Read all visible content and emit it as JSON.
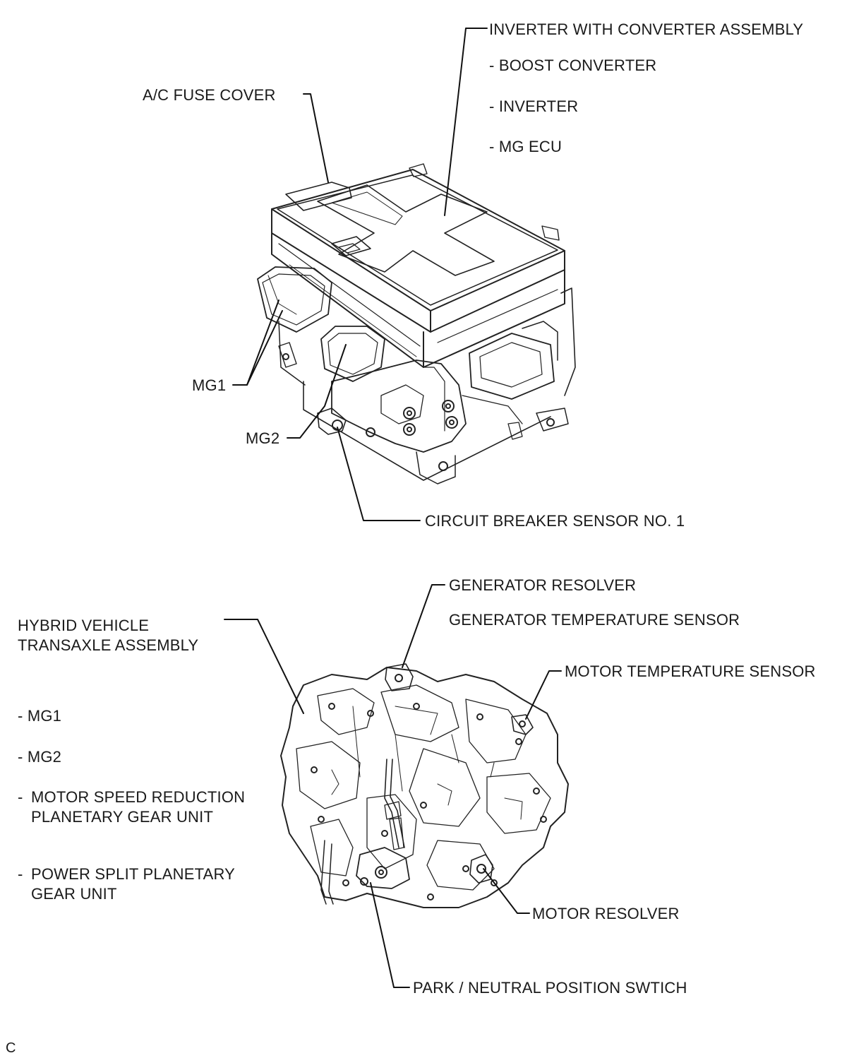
{
  "inverter": {
    "title": "INVERTER WITH CONVERTER ASSEMBLY",
    "components": [
      "- BOOST CONVERTER",
      "- INVERTER",
      "- MG ECU"
    ]
  },
  "ac_fuse_cover": "A/C FUSE COVER",
  "mg1": "MG1",
  "mg2": "MG2",
  "circuit_breaker_sensor": "CIRCUIT BREAKER SENSOR NO. 1",
  "generator_resolver": "GENERATOR RESOLVER",
  "generator_temp_sensor": "GENERATOR TEMPERATURE SENSOR",
  "motor_temp_sensor": "MOTOR TEMPERATURE SENSOR",
  "transaxle": {
    "title_line1": "HYBRID VEHICLE",
    "title_line2": "TRANSAXLE ASSEMBLY",
    "components": [
      {
        "dash": "-",
        "line1": "MG1",
        "line2": ""
      },
      {
        "dash": "-",
        "line1": "MG2",
        "line2": ""
      },
      {
        "dash": "-",
        "line1": "MOTOR SPEED REDUCTION",
        "line2": "PLANETARY GEAR UNIT"
      },
      {
        "dash": "-",
        "line1": "POWER SPLIT PLANETARY",
        "line2": "GEAR UNIT"
      }
    ]
  },
  "motor_resolver": "MOTOR RESOLVER",
  "park_neutral_switch": "PARK / NEUTRAL POSITION SWTICH",
  "figure_code": "C"
}
